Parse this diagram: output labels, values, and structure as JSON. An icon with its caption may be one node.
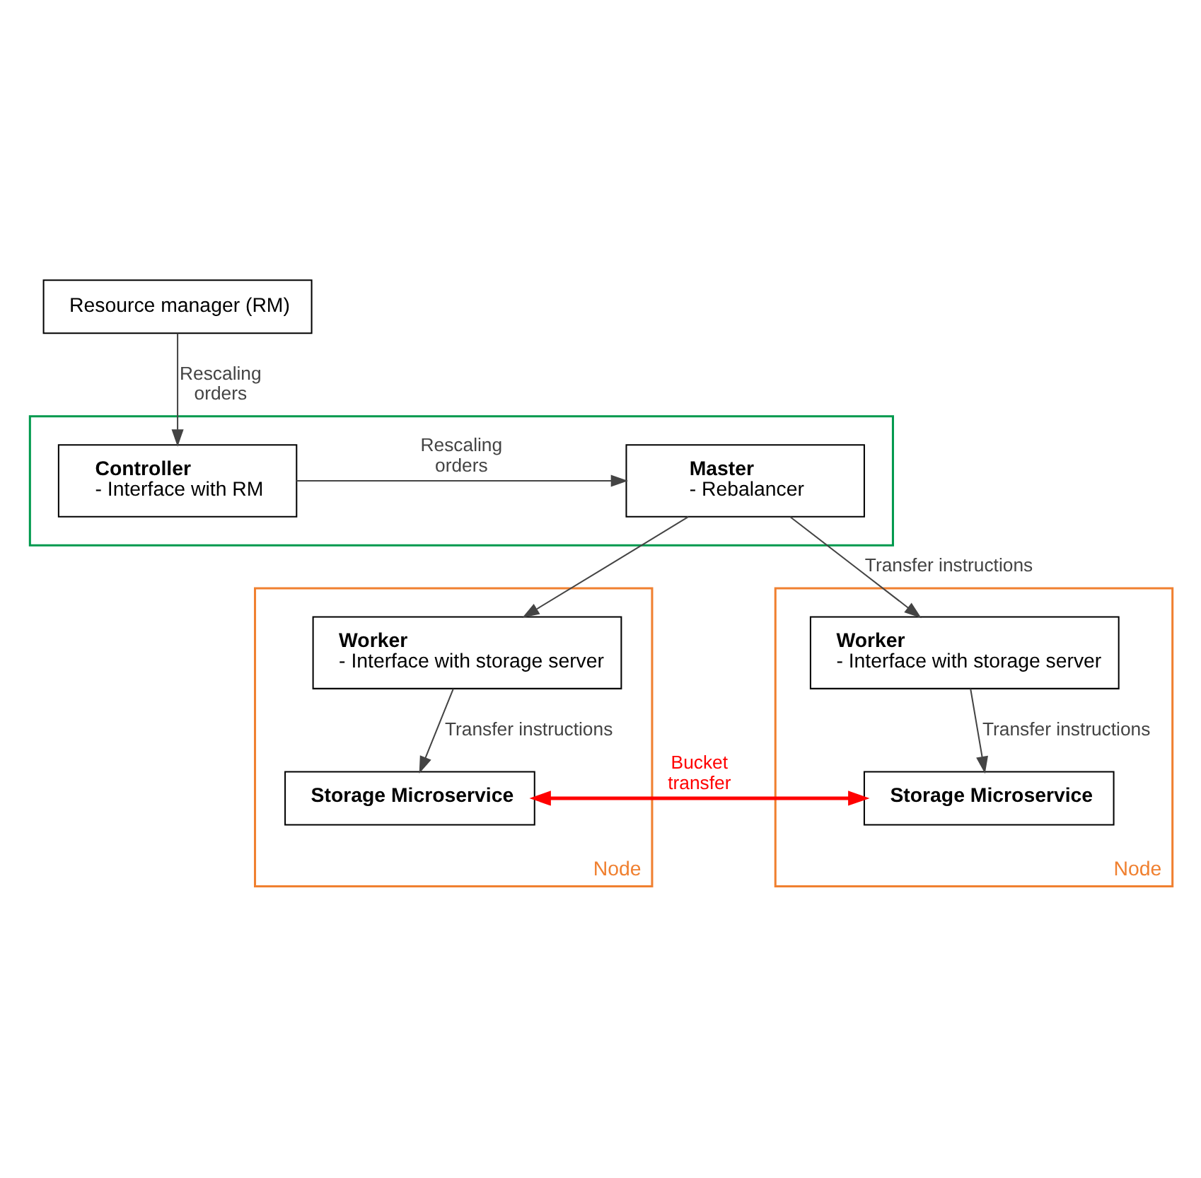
{
  "diagram": {
    "nodes": [
      {
        "text": [
          "Resource manager (RM)"
        ]
      },
      {
        "text": [],
        "shape": "box"
      },
      {
        "text": [
          "Controller",
          "- Interface with RM"
        ],
        "in": 1
      },
      {
        "text": [
          "Master",
          "- Rebalancer"
        ],
        "in": 1
      },
      {
        "text": [
          "Node"
        ]
      },
      {
        "text": [
          "Worker",
          "- Interface with storage server"
        ],
        "in": 4
      },
      {
        "text": [
          "Storage Microservice"
        ],
        "in": 4
      },
      {
        "text": [
          "Node"
        ]
      },
      {
        "text": [
          "Worker",
          "- Interface with storage server"
        ],
        "in": 7
      },
      {
        "text": [
          "Storage Microservice"
        ],
        "in": 7
      }
    ],
    "edges": [
      {
        "from": 0,
        "to": 2,
        "arrow": "to",
        "label": "Rescaling orders"
      },
      {
        "from": 2,
        "to": 3,
        "arrow": "to",
        "label": "Rescaling orders"
      },
      {
        "from": 3,
        "to": 5,
        "arrow": "to"
      },
      {
        "from": 3,
        "to": 8,
        "arrow": "to",
        "label": "Transfer instructions"
      },
      {
        "from": 5,
        "to": 6,
        "arrow": "to",
        "label": "Transfer instructions"
      },
      {
        "from": 8,
        "to": 9,
        "arrow": "to",
        "label": "Transfer instructions"
      },
      {
        "from": 6,
        "to": 9,
        "arrow": "both",
        "label": "Bucket transfer",
        "style": "thick",
        "color": "#ff0000"
      }
    ]
  }
}
